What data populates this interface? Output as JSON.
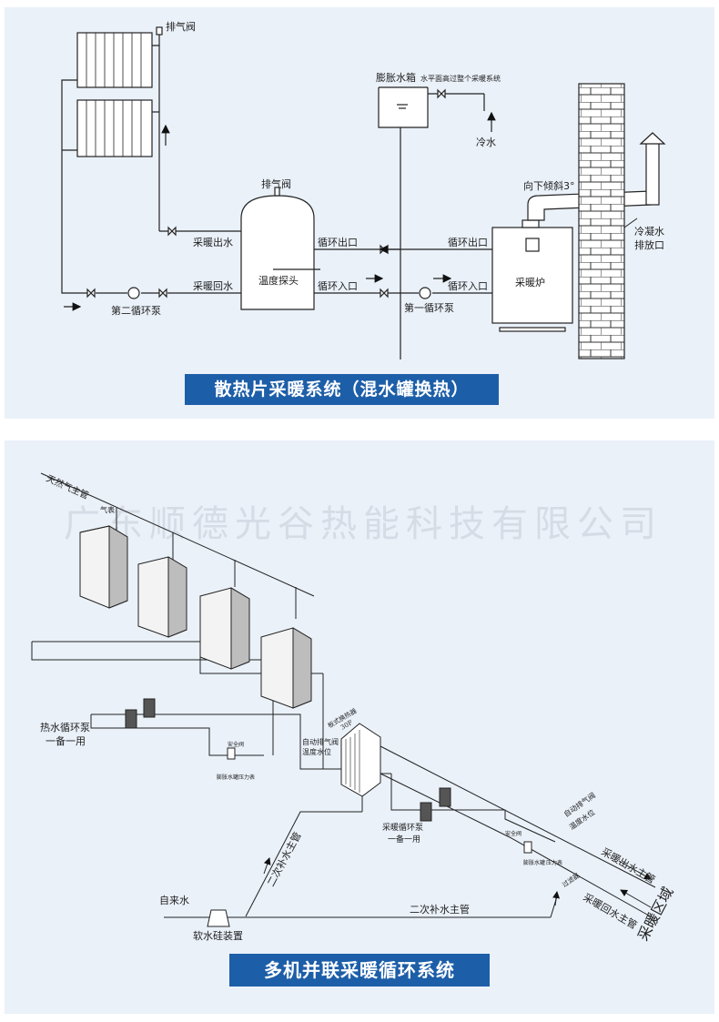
{
  "panel1": {
    "banner": "散热片采暖系统（混水罐换热）",
    "labels": {
      "vent_top": "排气阀",
      "expansion_tank": "膨胀水箱",
      "water_level_note": "水平面高过整个采暖系统",
      "cold_water": "冷水",
      "tilt": "向下倾斜3°",
      "vent_tank": "排气阀",
      "heating_out": "采暖出水",
      "heating_return": "采暖回水",
      "temp_probe": "温度探头",
      "loop_out_left": "循环出口",
      "loop_in_left": "循环入口",
      "loop_out_right": "循环出口",
      "loop_in_right": "循环入口",
      "boiler": "采暖炉",
      "condensate_1": "冷凝水",
      "condensate_2": "排放口",
      "pump2": "第二循环泵",
      "pump1": "第一循环泵"
    }
  },
  "panel2": {
    "banner": "多机并联采暖循环系统",
    "watermark": "广东顺德光谷热能科技有限公司",
    "labels": {
      "gas_main": "天然气主管",
      "gas_meter": "气表",
      "hot_pump_1": "热水循环泵",
      "hot_pump_2": "一备一用",
      "auto_vent_1": "自动排气阀",
      "auto_vent_2": "温度水位",
      "plate_hx_1": "板式换热器",
      "plate_hx_2": "30F",
      "safety_valve_1": "安全阀",
      "expansion_1": "膨胀水罐",
      "pressure_1": "压力表",
      "auto_vent_b1": "自动排气阀",
      "auto_vent_b2": "温度水位",
      "heat_pump_1": "采暖循环泵",
      "heat_pump_2": "一备一用",
      "safety_valve_2": "安全阀",
      "expansion_2": "膨胀水罐",
      "pressure_2": "压力表",
      "filter": "过滤器",
      "secondary_main_diag": "二次补水主管",
      "tap_water": "自来水",
      "softener": "软水硅装置",
      "secondary_main": "二次补水主管",
      "heating_out_main": "采暖出水主管",
      "heating_return_main": "采暖回水主管",
      "heating_area": "采暖区域"
    }
  }
}
